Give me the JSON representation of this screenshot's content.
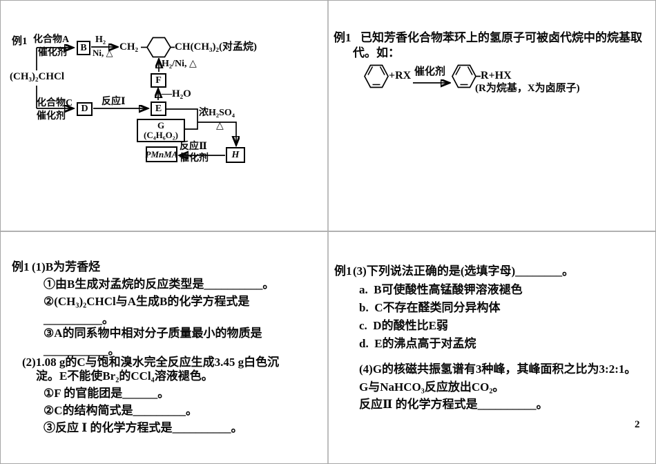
{
  "colors": {
    "ink": "#0a0a0a",
    "outer_border": "#a6a6a6",
    "divider": "#b5b5b5"
  },
  "slide_tl": {
    "example_label": "例1",
    "start_material": "(CH₃)₂CHCl",
    "route_top_above": "化合物A",
    "route_top_below": "催化剂",
    "box_b": "B",
    "cond_h2": "H₂",
    "cond_ni": "Ni, △",
    "ch2": "CH₂",
    "product": "CH(CH₃)₂(对孟烷)",
    "cond_h2ni": "H₂/Ni, △",
    "box_f": "F",
    "minus_h2o": "—H₂O",
    "route_bottom_above": "化合物C",
    "route_bottom_below": "催化剂",
    "box_d": "D",
    "reaction1": "反应Ⅰ",
    "box_e": "E",
    "box_g_line1": "G",
    "box_g_line2": "(C₄H₆O₂)",
    "cond_h2so4": "浓H₂SO₄",
    "cond_delta": "△",
    "box_h": "H",
    "reaction2": "反应Ⅱ",
    "catalyst2": "催化剂",
    "box_pmnma": "PMnMA"
  },
  "slide_tr": {
    "example_label": "例1",
    "line1": "已知芳香化合物苯环上的氢原子可被卤代烷中的烷基取",
    "line2": "代。如：",
    "plus_rx": "+RX",
    "catalyst": "催化剂",
    "r_hx": "R+HX",
    "note": "(R为烷基，X为卤原子)"
  },
  "slide_bl": {
    "example_label": "例1",
    "lines": [
      "(1)B为芳香烃",
      "①由B生成对孟烷的反应类型是__________。",
      "②(CH₃)₂CHCl与A生成B的化学方程式是",
      "__________。",
      "③A的同系物中相对分子质量最小的物质是",
      "___________。",
      "(2)1.08 g的C与饱和溴水完全反应生成3.45 g白色沉",
      "淀。E不能使Br₂的CCl₄溶液褪色。",
      "①F 的官能团是______。",
      "②C的结构简式是_________。",
      "③反应 Ⅰ 的化学方程式是__________。"
    ]
  },
  "slide_br": {
    "example_label": "例1",
    "lines": [
      "(3)下列说法正确的是(选填字母)________。",
      "a.  B可使酸性高锰酸钾溶液褪色",
      "b.  C不存在醛类同分异构体",
      "c.  D的酸性比E弱",
      "d.  E的沸点高于对孟烷",
      "(4)G的核磁共振氢谱有3种峰，其峰面积之比为3:2:1。",
      "G与NaHCO₃反应放出CO₂。",
      "反应Ⅱ 的化学方程式是__________。"
    ],
    "page_number": "2"
  }
}
